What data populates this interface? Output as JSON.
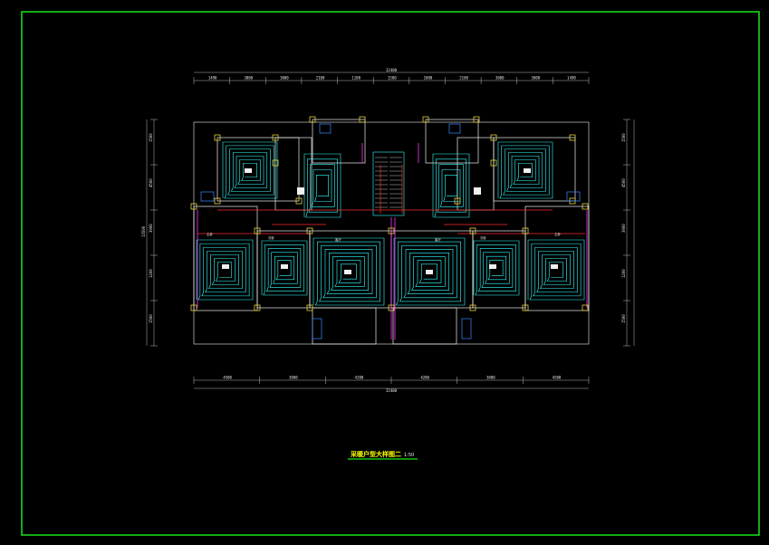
{
  "drawing": {
    "title": "采暖户型大样图二",
    "scale": "1:50",
    "colors": {
      "frame": "#19e619",
      "wall": "#f0f0f0",
      "column": "#e6d23c",
      "coil": "#33ffff",
      "pipe_supply": "#ff2a2a",
      "pipe_return": "#ff33ff",
      "dimension": "#e8e8e8",
      "title": "#ffff00",
      "fixture": "#3d8bff"
    },
    "dimensions": {
      "top_total": "32400",
      "top_segments": [
        "1490",
        "3000",
        "3000",
        "2100",
        "1100",
        "1500",
        "1000",
        "2100",
        "3000",
        "3000",
        "1490"
      ],
      "bottom_total": "32400",
      "bottom_segments": [
        "4500",
        "3000",
        "4200",
        "4200",
        "3000",
        "4500"
      ],
      "left_total": "13500",
      "left_segments": [
        "1500",
        "4500",
        "3900",
        "1200",
        "1500"
      ],
      "right_segments": [
        "1500",
        "4500",
        "3900",
        "1200",
        "1500"
      ]
    },
    "rooms": [
      "主卧",
      "次卧",
      "客厅",
      "客厅",
      "次卧",
      "主卧"
    ]
  }
}
